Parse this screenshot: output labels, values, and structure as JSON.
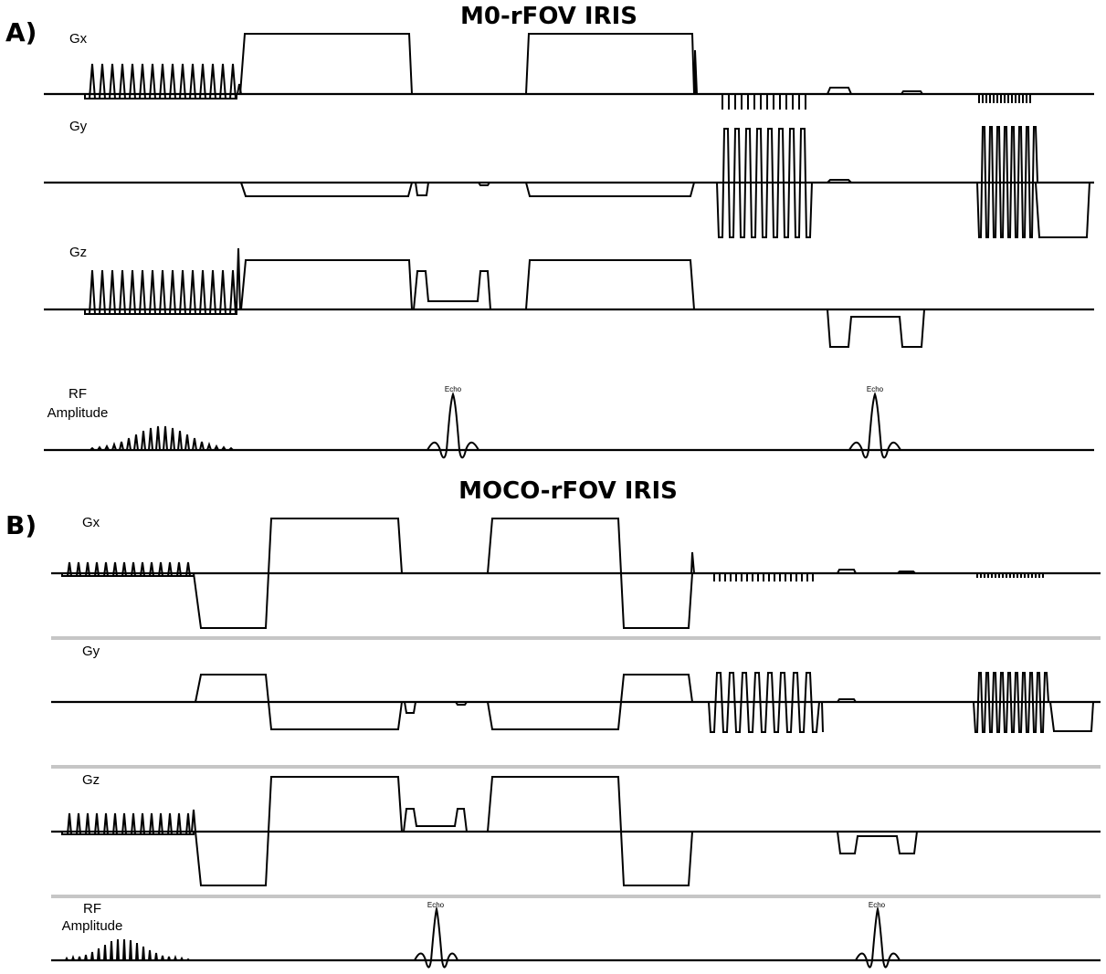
{
  "panels": {
    "a": {
      "letter": "A)",
      "title": "M0-rFOV IRIS",
      "gx": "Gx",
      "gy": "Gy",
      "gz": "Gz",
      "rf_line1": "RF",
      "rf_line2": "Amplitude",
      "echo1": "Echo",
      "echo2": "Echo"
    },
    "b": {
      "letter": "B)",
      "title": "MOCO-rFOV IRIS",
      "gx": "Gx",
      "gy": "Gy",
      "gz": "Gz",
      "rf_line1": "RF",
      "rf_line2": "Amplitude",
      "echo1": "Echo",
      "echo2": "Echo"
    }
  }
}
